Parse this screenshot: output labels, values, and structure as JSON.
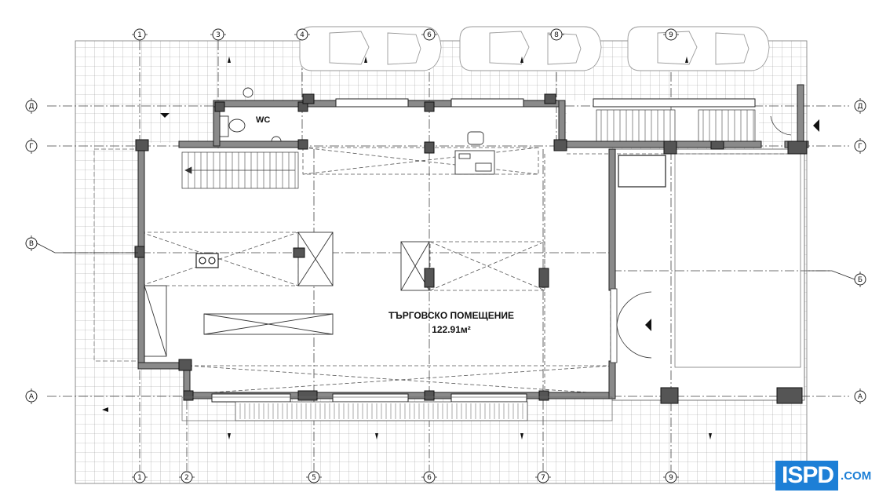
{
  "room": {
    "name": "ТЪРГОВСКО ПОМЕЩЕНИЕ",
    "area": "122.91м²"
  },
  "wc_label": "WC",
  "axes": {
    "top_numbers": [
      "1",
      "3",
      "4",
      "6",
      "8",
      "9"
    ],
    "bottom_numbers": [
      "1",
      "2",
      "5",
      "6",
      "7",
      "9"
    ],
    "left_letters": [
      "Д",
      "Г",
      "В",
      "А"
    ],
    "right_letters": [
      "Д",
      "Г",
      "Б",
      "А"
    ]
  },
  "logo": {
    "text": "ISPD",
    "suffix": ".COM",
    "color": "#1d7fd6"
  },
  "colors": {
    "wall_fill": "#8a8a8a",
    "wall_stroke": "#222222",
    "grid": "#9a9a9a"
  }
}
